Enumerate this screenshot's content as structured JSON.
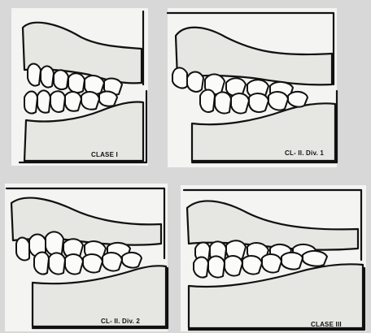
{
  "panels": [
    {
      "label": "CLASE I"
    },
    {
      "label": "CL- II. Div. 1"
    },
    {
      "label": "CL- II. Div. 2"
    },
    {
      "label": "CLASE III"
    }
  ],
  "colors": {
    "background": "#d8d8d8",
    "ink": "#111111",
    "paper": "#f4f4f2"
  }
}
